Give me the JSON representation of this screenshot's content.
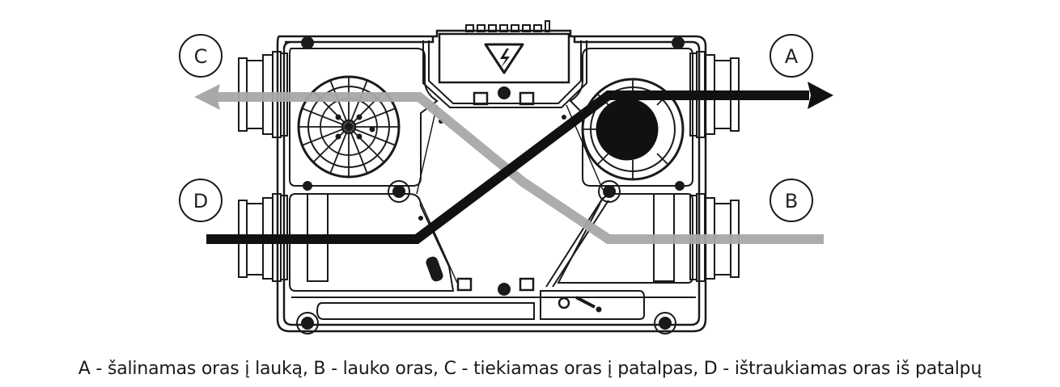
{
  "diagram": {
    "title": "Heat recovery ventilation unit airflow diagram",
    "colors": {
      "outline": "#1a1a1a",
      "exhaust_flow": "#111111",
      "supply_flow": "#a8a8a8",
      "background": "#ffffff"
    },
    "labels": {
      "A": "A",
      "B": "B",
      "C": "C",
      "D": "D"
    },
    "icons": {
      "warning": "high-voltage-warning-icon",
      "fan_left": "supply-fan-icon",
      "fan_right": "exhaust-fan-icon"
    },
    "flows": [
      {
        "id": "A",
        "description": "šalinamas oras į lauką",
        "direction": "out-right",
        "color": "#111111"
      },
      {
        "id": "B",
        "description": "lauko oras",
        "direction": "in-right",
        "color": "#a8a8a8"
      },
      {
        "id": "C",
        "description": "tiekiamas oras į patalpas",
        "direction": "out-left",
        "color": "#a8a8a8"
      },
      {
        "id": "D",
        "description": "ištraukiamas oras iš patalpų",
        "direction": "in-left",
        "color": "#111111"
      }
    ]
  },
  "caption": {
    "text": "A - šalinamas oras į lauką, B - lauko oras, C - tiekiamas oras į patalpas, D - ištraukiamas oras iš patalpų"
  }
}
